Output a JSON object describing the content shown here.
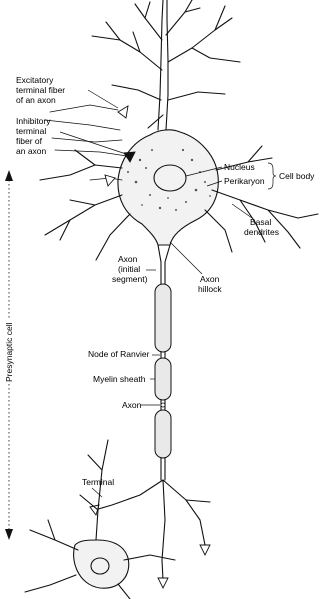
{
  "labels": {
    "excitatory": [
      "Excitatory",
      "terminal fiber",
      "of an axon"
    ],
    "inhibitory": [
      "Inhibitory",
      "terminal",
      "fiber of",
      "an axon"
    ],
    "nucleus": "Nucleus",
    "perikaryon": "Perikaryon",
    "cell_body": "Cell body",
    "basal_dendrites": [
      "Basal",
      "dendrites"
    ],
    "axon_initial": [
      "Axon",
      "(initial",
      "segment)"
    ],
    "axon_hillock": [
      "Axon",
      "hillock"
    ],
    "node_of_ranvier": "Node of Ranvier",
    "myelin_sheath": "Myelin sheath",
    "axon": "Axon",
    "presynaptic_cell": "Presynaptic cell",
    "terminal": "Terminal"
  }
}
